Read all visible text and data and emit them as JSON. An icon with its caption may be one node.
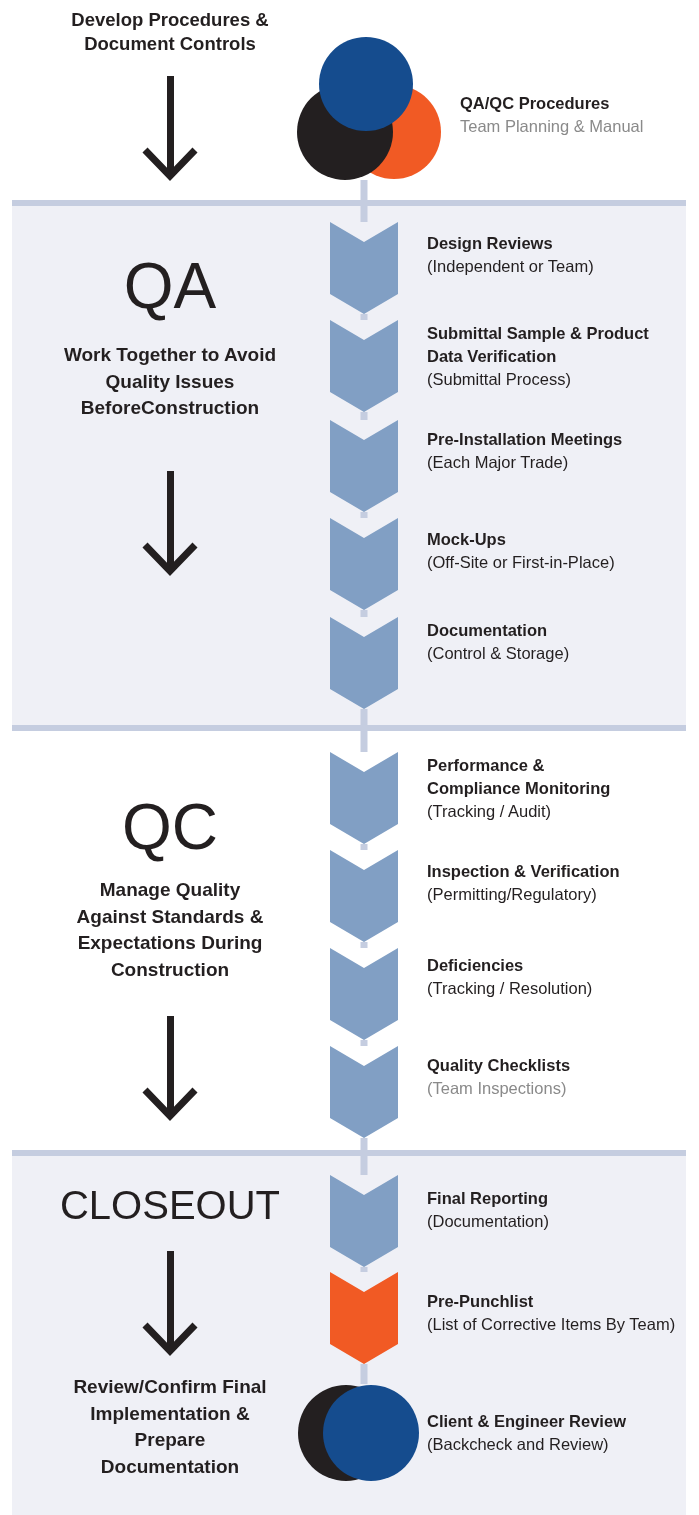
{
  "diagram": {
    "nodes": [
      {
        "text": [
          "QA/QC Procedures",
          "Team Planning & Manual"
        ]
      },
      {
        "text": [
          "QA",
          "Work Together to Avoid Quality Issues BeforeConstruction"
        ]
      },
      {
        "text": [
          "Design Reviews",
          "(Independent or Team)"
        ],
        "in": 1
      },
      {
        "text": [
          "Submittal Sample & Product Data Verification",
          "(Submittal Process)"
        ],
        "in": 1
      },
      {
        "text": [
          "Pre-Installation Meetings",
          "(Each Major Trade)"
        ],
        "in": 1
      },
      {
        "text": [
          "Mock-Ups",
          "(Off-Site or First-in-Place)"
        ],
        "in": 1
      },
      {
        "text": [
          "Documentation",
          "(Control & Storage)"
        ],
        "in": 1
      },
      {
        "text": [
          "QC",
          "Manage Quality Against Standards & Expectations During Construction"
        ]
      },
      {
        "text": [
          "Performance & Compliance Monitoring",
          "(Tracking / Audit)"
        ],
        "in": 7
      },
      {
        "text": [
          "Inspection & Verification",
          "(Permitting/Regulatory)"
        ],
        "in": 7
      },
      {
        "text": [
          "Deficiencies",
          "(Tracking / Resolution)"
        ],
        "in": 7
      },
      {
        "text": [
          "Quality Checklists",
          "(Team Inspections)"
        ],
        "in": 7
      },
      {
        "text": [
          "CLOSEOUT",
          "Review/Confirm Final Implementation & Prepare Documentation"
        ]
      },
      {
        "text": [
          "Final Reporting",
          "(Documentation)"
        ],
        "in": 12
      },
      {
        "text": [
          "Pre-Punchlist",
          "(List of Corrective Items By Team)"
        ],
        "in": 12
      },
      {
        "text": [
          "Client & Engineer Review",
          "(Backcheck and Review)"
        ],
        "in": 12
      }
    ],
    "edges": [
      {
        "from": 0,
        "to": 2,
        "arrow": "none"
      },
      {
        "from": 2,
        "to": 3,
        "arrow": "none"
      },
      {
        "from": 3,
        "to": 4,
        "arrow": "none"
      },
      {
        "from": 4,
        "to": 5,
        "arrow": "none"
      },
      {
        "from": 5,
        "to": 6,
        "arrow": "none"
      },
      {
        "from": 6,
        "to": 8,
        "arrow": "none"
      },
      {
        "from": 8,
        "to": 9,
        "arrow": "none"
      },
      {
        "from": 9,
        "to": 10,
        "arrow": "none"
      },
      {
        "from": 10,
        "to": 11,
        "arrow": "none"
      },
      {
        "from": 11,
        "to": 13,
        "arrow": "none"
      },
      {
        "from": 13,
        "to": 14,
        "arrow": "none"
      },
      {
        "from": 14,
        "to": 15,
        "arrow": "none"
      }
    ],
    "labels": [
      "Develop Procedures & Document Controls"
    ]
  }
}
